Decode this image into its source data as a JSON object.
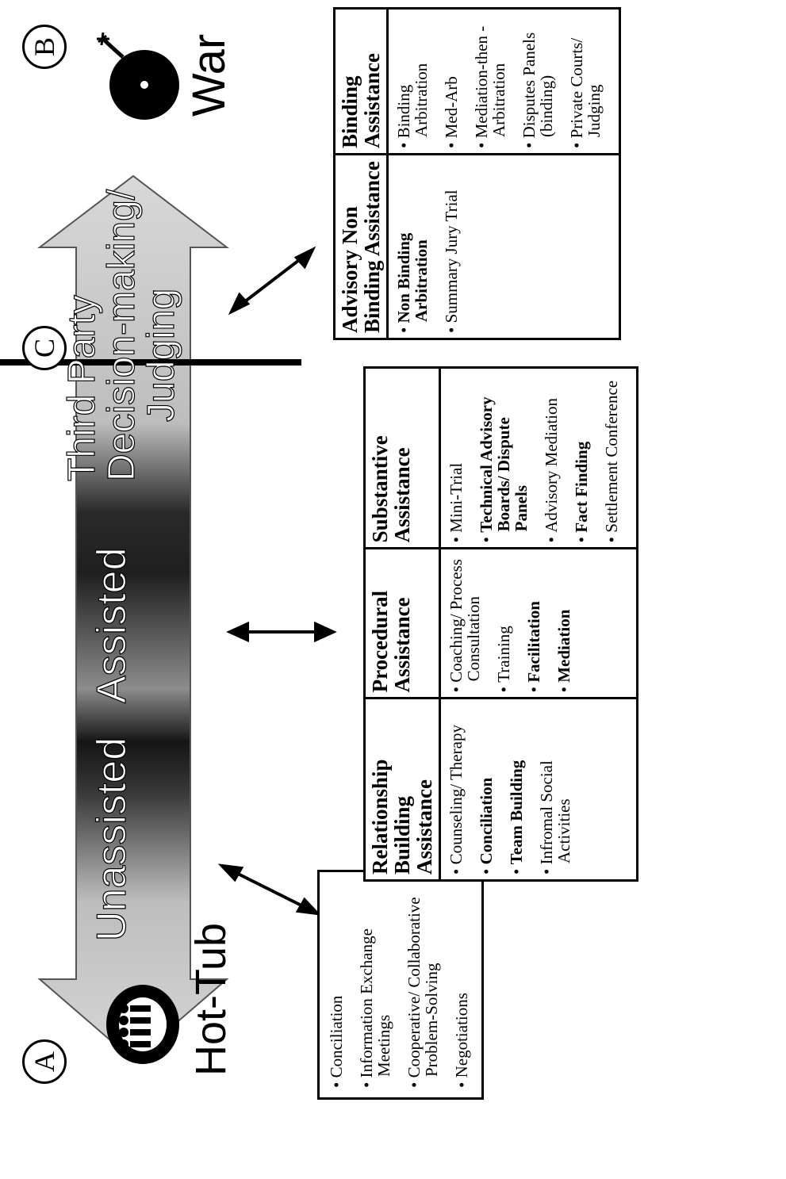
{
  "left_end": {
    "marker": "A",
    "label": "Hot-Tub",
    "icon": "hot-tub-icon"
  },
  "right_end": {
    "marker": "B",
    "label": "War",
    "icon": "bomb-icon"
  },
  "divider_marker": "C",
  "spectrum": {
    "unassisted": "Unassisted",
    "assisted": "Assisted",
    "third_party_line1": "Third Party",
    "third_party_line2": "Decision-making/",
    "third_party_line3": "Judging"
  },
  "unassisted_box": {
    "items": [
      {
        "text": "Conciliation",
        "bold": false
      },
      {
        "text": "Information Exchange Meetings",
        "bold": false
      },
      {
        "text": "Cooperative/ Collaborative Problem-Solving",
        "bold": false
      },
      {
        "text": "Negotiations",
        "bold": false
      }
    ]
  },
  "assisted_table": {
    "headers": [
      "Relationship Building Assistance",
      "Procedural Assistance",
      "Substantive Assistance"
    ],
    "columns": [
      [
        {
          "text": "Counseling/ Therapy",
          "bold": false
        },
        {
          "text": "Conciliation",
          "bold": true
        },
        {
          "text": "Team Building",
          "bold": true
        },
        {
          "text": "Infromal Social Activities",
          "bold": false
        }
      ],
      [
        {
          "text": "Coaching/ Process Consultation",
          "bold": false
        },
        {
          "text": "Training",
          "bold": false
        },
        {
          "text": "Facilitation",
          "bold": true
        },
        {
          "text": "Mediation",
          "bold": true
        }
      ],
      [
        {
          "text": "Mini-Trial",
          "bold": false
        },
        {
          "text": "Technical Advisory Boards/ Dispute Panels",
          "bold": true
        },
        {
          "text": "Advisory Mediation",
          "bold": false
        },
        {
          "text": "Fact Finding",
          "bold": true
        },
        {
          "text": "Settlement Conference",
          "bold": false
        }
      ]
    ]
  },
  "third_party_table": {
    "headers": [
      "Advisory Non Binding Assistance",
      "Binding Assistance"
    ],
    "columns": [
      [
        {
          "text": "Non Binding Arbitration",
          "bold": true
        },
        {
          "text": "Summary Jury Trial",
          "bold": false
        }
      ],
      [
        {
          "text": "Binding Arbitration",
          "bold": false
        },
        {
          "text": "Med-Arb",
          "bold": false
        },
        {
          "text": "Mediation-then - Arbitration",
          "bold": false
        },
        {
          "text": "Disputes Panels (binding)",
          "bold": false
        },
        {
          "text": "Private Courts/ Judging",
          "bold": false
        }
      ]
    ]
  }
}
